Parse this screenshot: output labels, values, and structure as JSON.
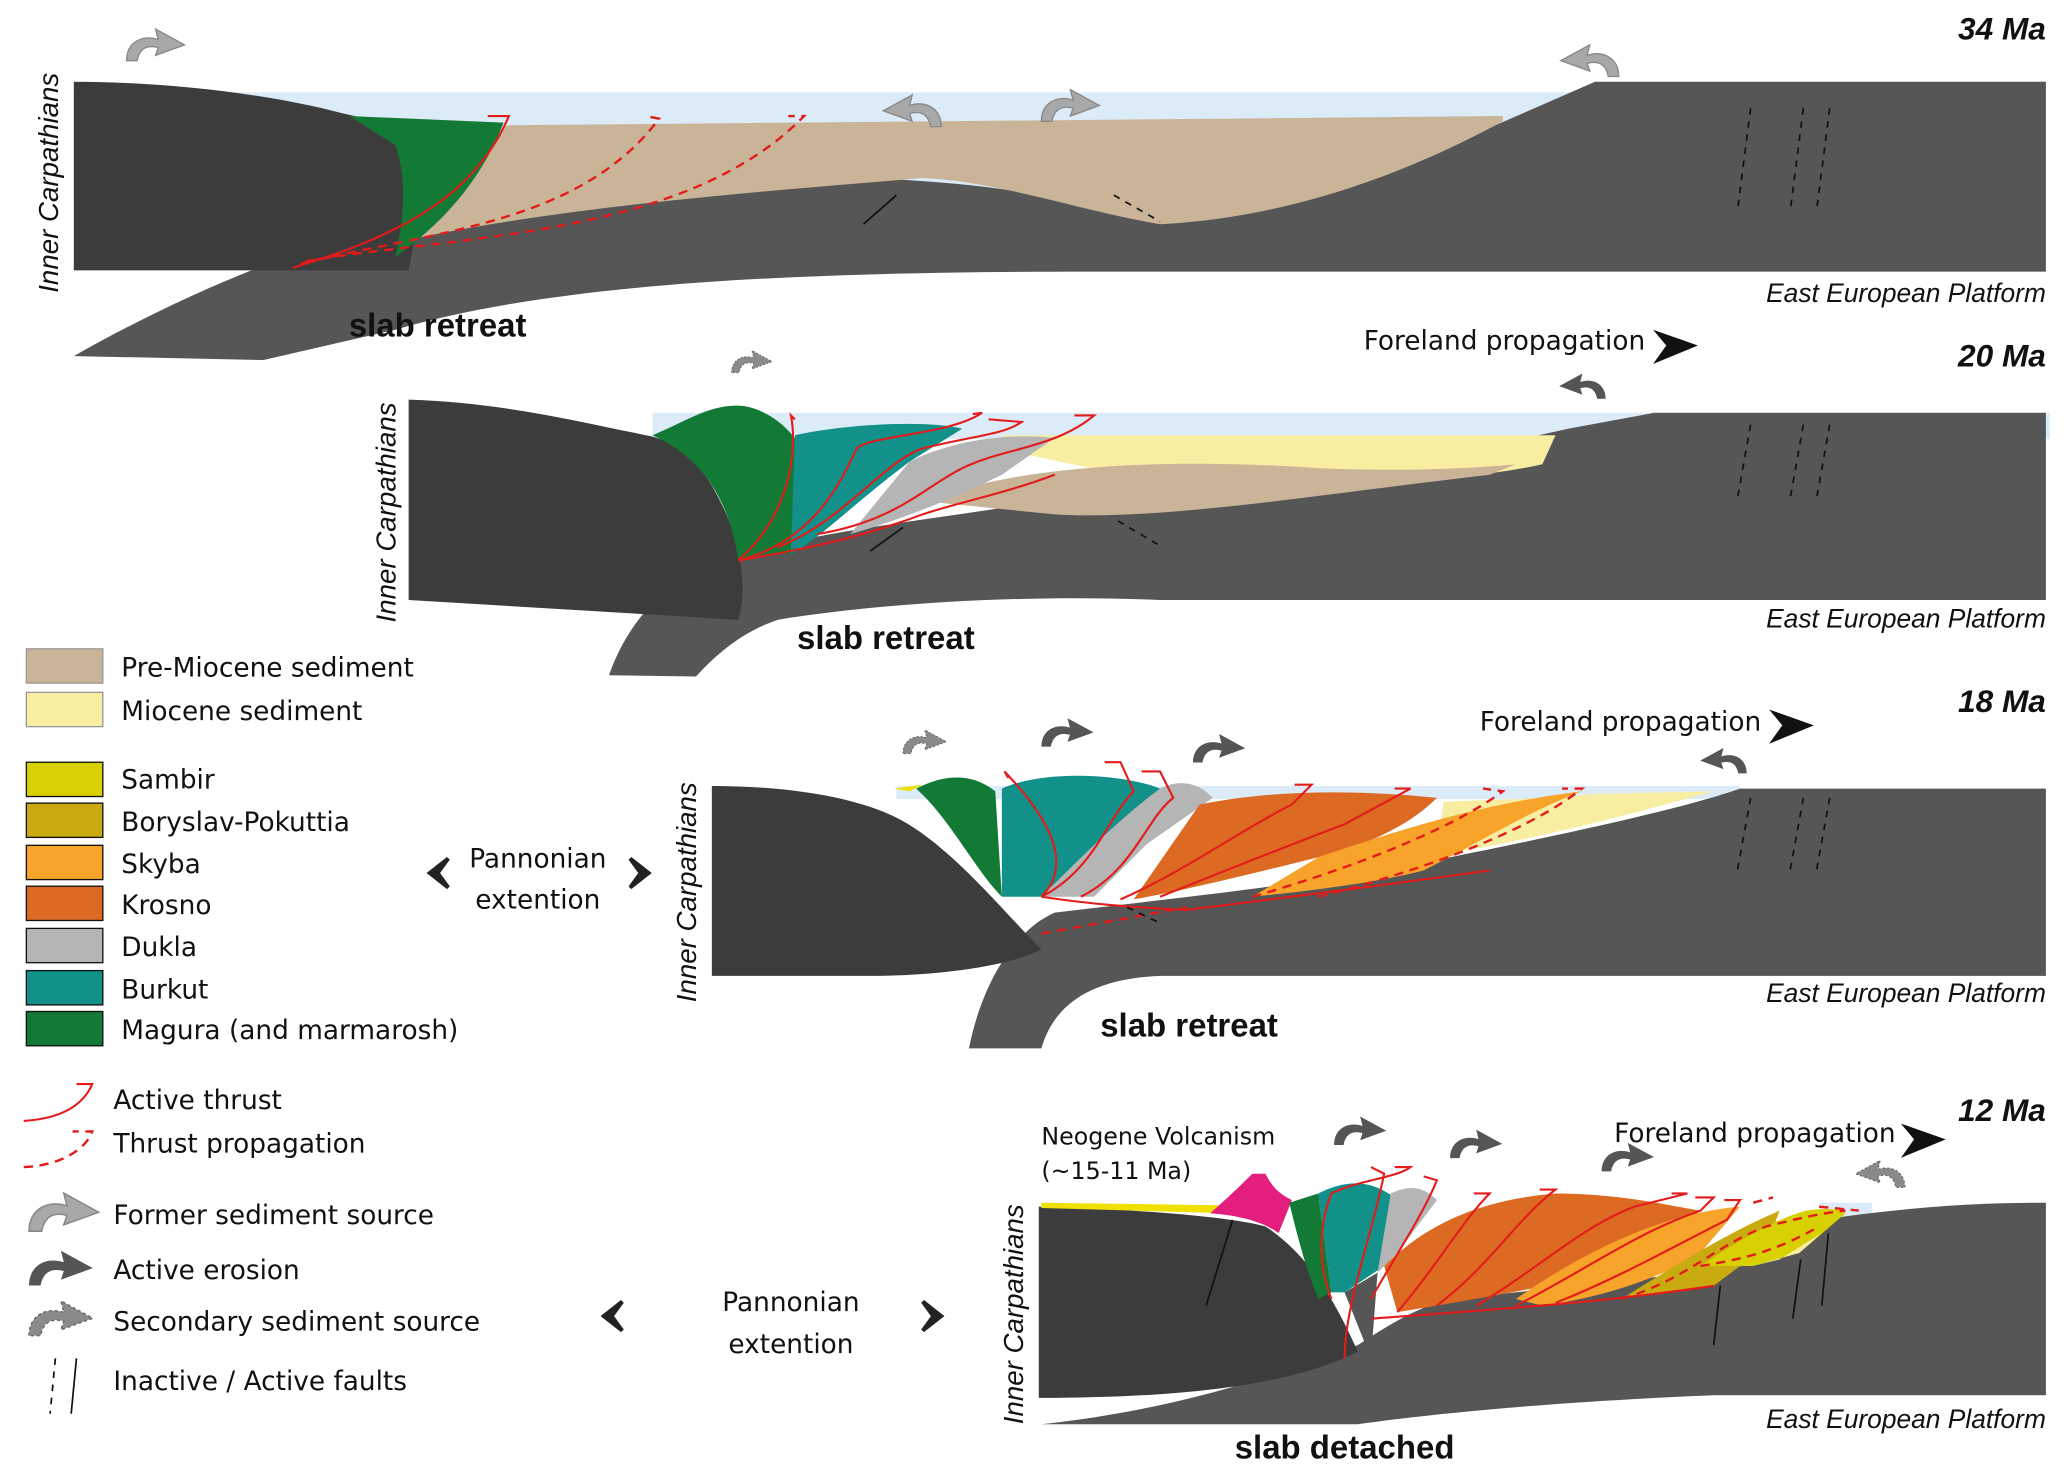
{
  "colors": {
    "inner_carpathians": "#3c3c3c",
    "platform": "#565656",
    "sea": "#dcebf8",
    "pre_miocene": "#c9b497",
    "miocene": "#f7eea2",
    "sambir": "#d8d000",
    "boryslav_pokuttia": "#c9aa10",
    "skyba": "#f8a32a",
    "krosno": "#dc6a22",
    "dukla": "#b5b5b5",
    "burkut": "#12908a",
    "magura": "#137a35",
    "volcanism": "#e41e7c",
    "thrust": "#e31b1b",
    "former_source_arrow": "#a8a8a8",
    "active_erosion_arrow": "#555555",
    "secondary_source_arrow": "#8a8a8a"
  },
  "panels": [
    {
      "age": "34 Ma",
      "left_label": "Inner Carpathians",
      "right_label": "East European Platform",
      "slab_label": "slab retreat"
    },
    {
      "age": "20 Ma",
      "left_label": "Inner Carpathians",
      "right_label": "East European Platform",
      "slab_label": "slab retreat",
      "propagation_label": "Foreland propagation"
    },
    {
      "age": "18 Ma",
      "left_label": "Inner Carpathians",
      "right_label": "East European Platform",
      "slab_label": "slab retreat",
      "propagation_label": "Foreland propagation",
      "extension_label": [
        "Pannonian",
        "extention"
      ]
    },
    {
      "age": "12 Ma",
      "left_label": "Inner Carpathians",
      "right_label": "East European Platform",
      "slab_label": "slab detached",
      "propagation_label": "Foreland propagation",
      "extension_label": [
        "Pannonian",
        "extention"
      ],
      "volcanism_label": [
        "Neogene Volcanism",
        "(~15-11 Ma)"
      ]
    }
  ],
  "legend": {
    "sediments": [
      {
        "label": "Pre-Miocene sediment",
        "color_key": "pre_miocene"
      },
      {
        "label": "Miocene sediment",
        "color_key": "miocene"
      }
    ],
    "units": [
      {
        "label": "Sambir",
        "color_key": "sambir"
      },
      {
        "label": "Boryslav-Pokuttia",
        "color_key": "boryslav_pokuttia"
      },
      {
        "label": "Skyba",
        "color_key": "skyba"
      },
      {
        "label": "Krosno",
        "color_key": "krosno"
      },
      {
        "label": "Dukla",
        "color_key": "dukla"
      },
      {
        "label": "Burkut",
        "color_key": "burkut"
      },
      {
        "label": "Magura (and marmarosh)",
        "color_key": "magura"
      }
    ],
    "symbols": [
      {
        "label": "Active thrust",
        "icon": "active-thrust-icon"
      },
      {
        "label": "Thrust propagation",
        "icon": "thrust-propagation-icon"
      },
      {
        "label": "Former sediment source",
        "icon": "former-source-arrow-icon"
      },
      {
        "label": "Active erosion",
        "icon": "active-erosion-arrow-icon"
      },
      {
        "label": "Secondary sediment source",
        "icon": "secondary-source-arrow-icon"
      },
      {
        "label": "Inactive / Active faults",
        "icon": "faults-icon"
      }
    ]
  }
}
